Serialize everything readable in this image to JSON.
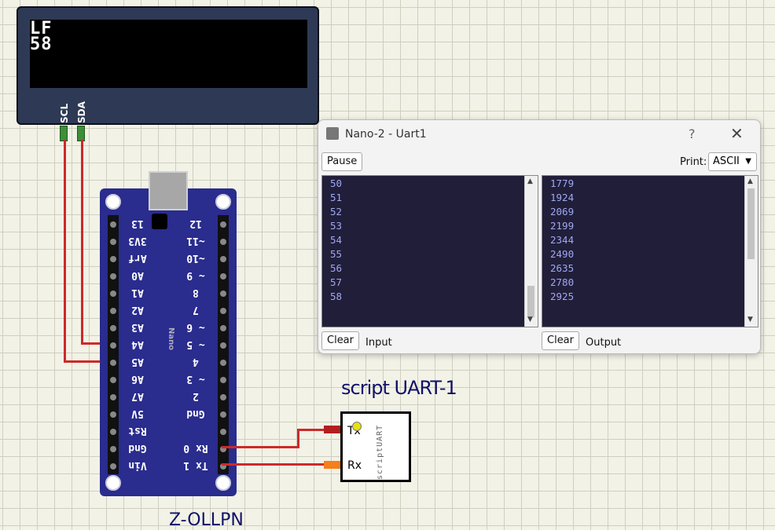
{
  "oled": {
    "lines": [
      "LF",
      "58"
    ],
    "pins": [
      "SCL",
      "SDA"
    ]
  },
  "nano": {
    "name": "Nano",
    "left_pins": [
      "13",
      "3V3",
      "Arf",
      "A0",
      "A1",
      "A2",
      "A3",
      "A4",
      "A5",
      "A6",
      "A7",
      "5V",
      "Rst",
      "Gnd",
      "Vin"
    ],
    "right_pins": [
      "12",
      "~11",
      "~10",
      "~ 9",
      "8",
      "7",
      "~ 6",
      "~ 5",
      "4",
      "~ 3",
      "2",
      "Gnd",
      "",
      "Rx 0",
      "Tx 1"
    ]
  },
  "script_uart": {
    "title": "script UART-1",
    "tx": "Tx",
    "rx": "Rx",
    "vertical_label": "scriptUART"
  },
  "bottom_label": "Z-OLLPN",
  "uart_window": {
    "title": "Nano-2 - Uart1",
    "help": "?",
    "close": "✕",
    "pause_label": "Pause",
    "print_label": "Print:",
    "print_value": "ASCII",
    "input_lines": [
      "50",
      "51",
      "52",
      "53",
      "54",
      "55",
      "56",
      "57",
      "58"
    ],
    "output_lines": [
      "1779",
      "1924",
      "2069",
      "2199",
      "2344",
      "2490",
      "2635",
      "2780",
      "2925"
    ],
    "clear_label": "Clear",
    "input_label": "Input",
    "output_label": "Output"
  },
  "colors": {
    "wire": "#cc2a2a",
    "board": "#2a2c8e",
    "terminal_bg": "#211e3a",
    "terminal_text": "#9fa8f0"
  }
}
